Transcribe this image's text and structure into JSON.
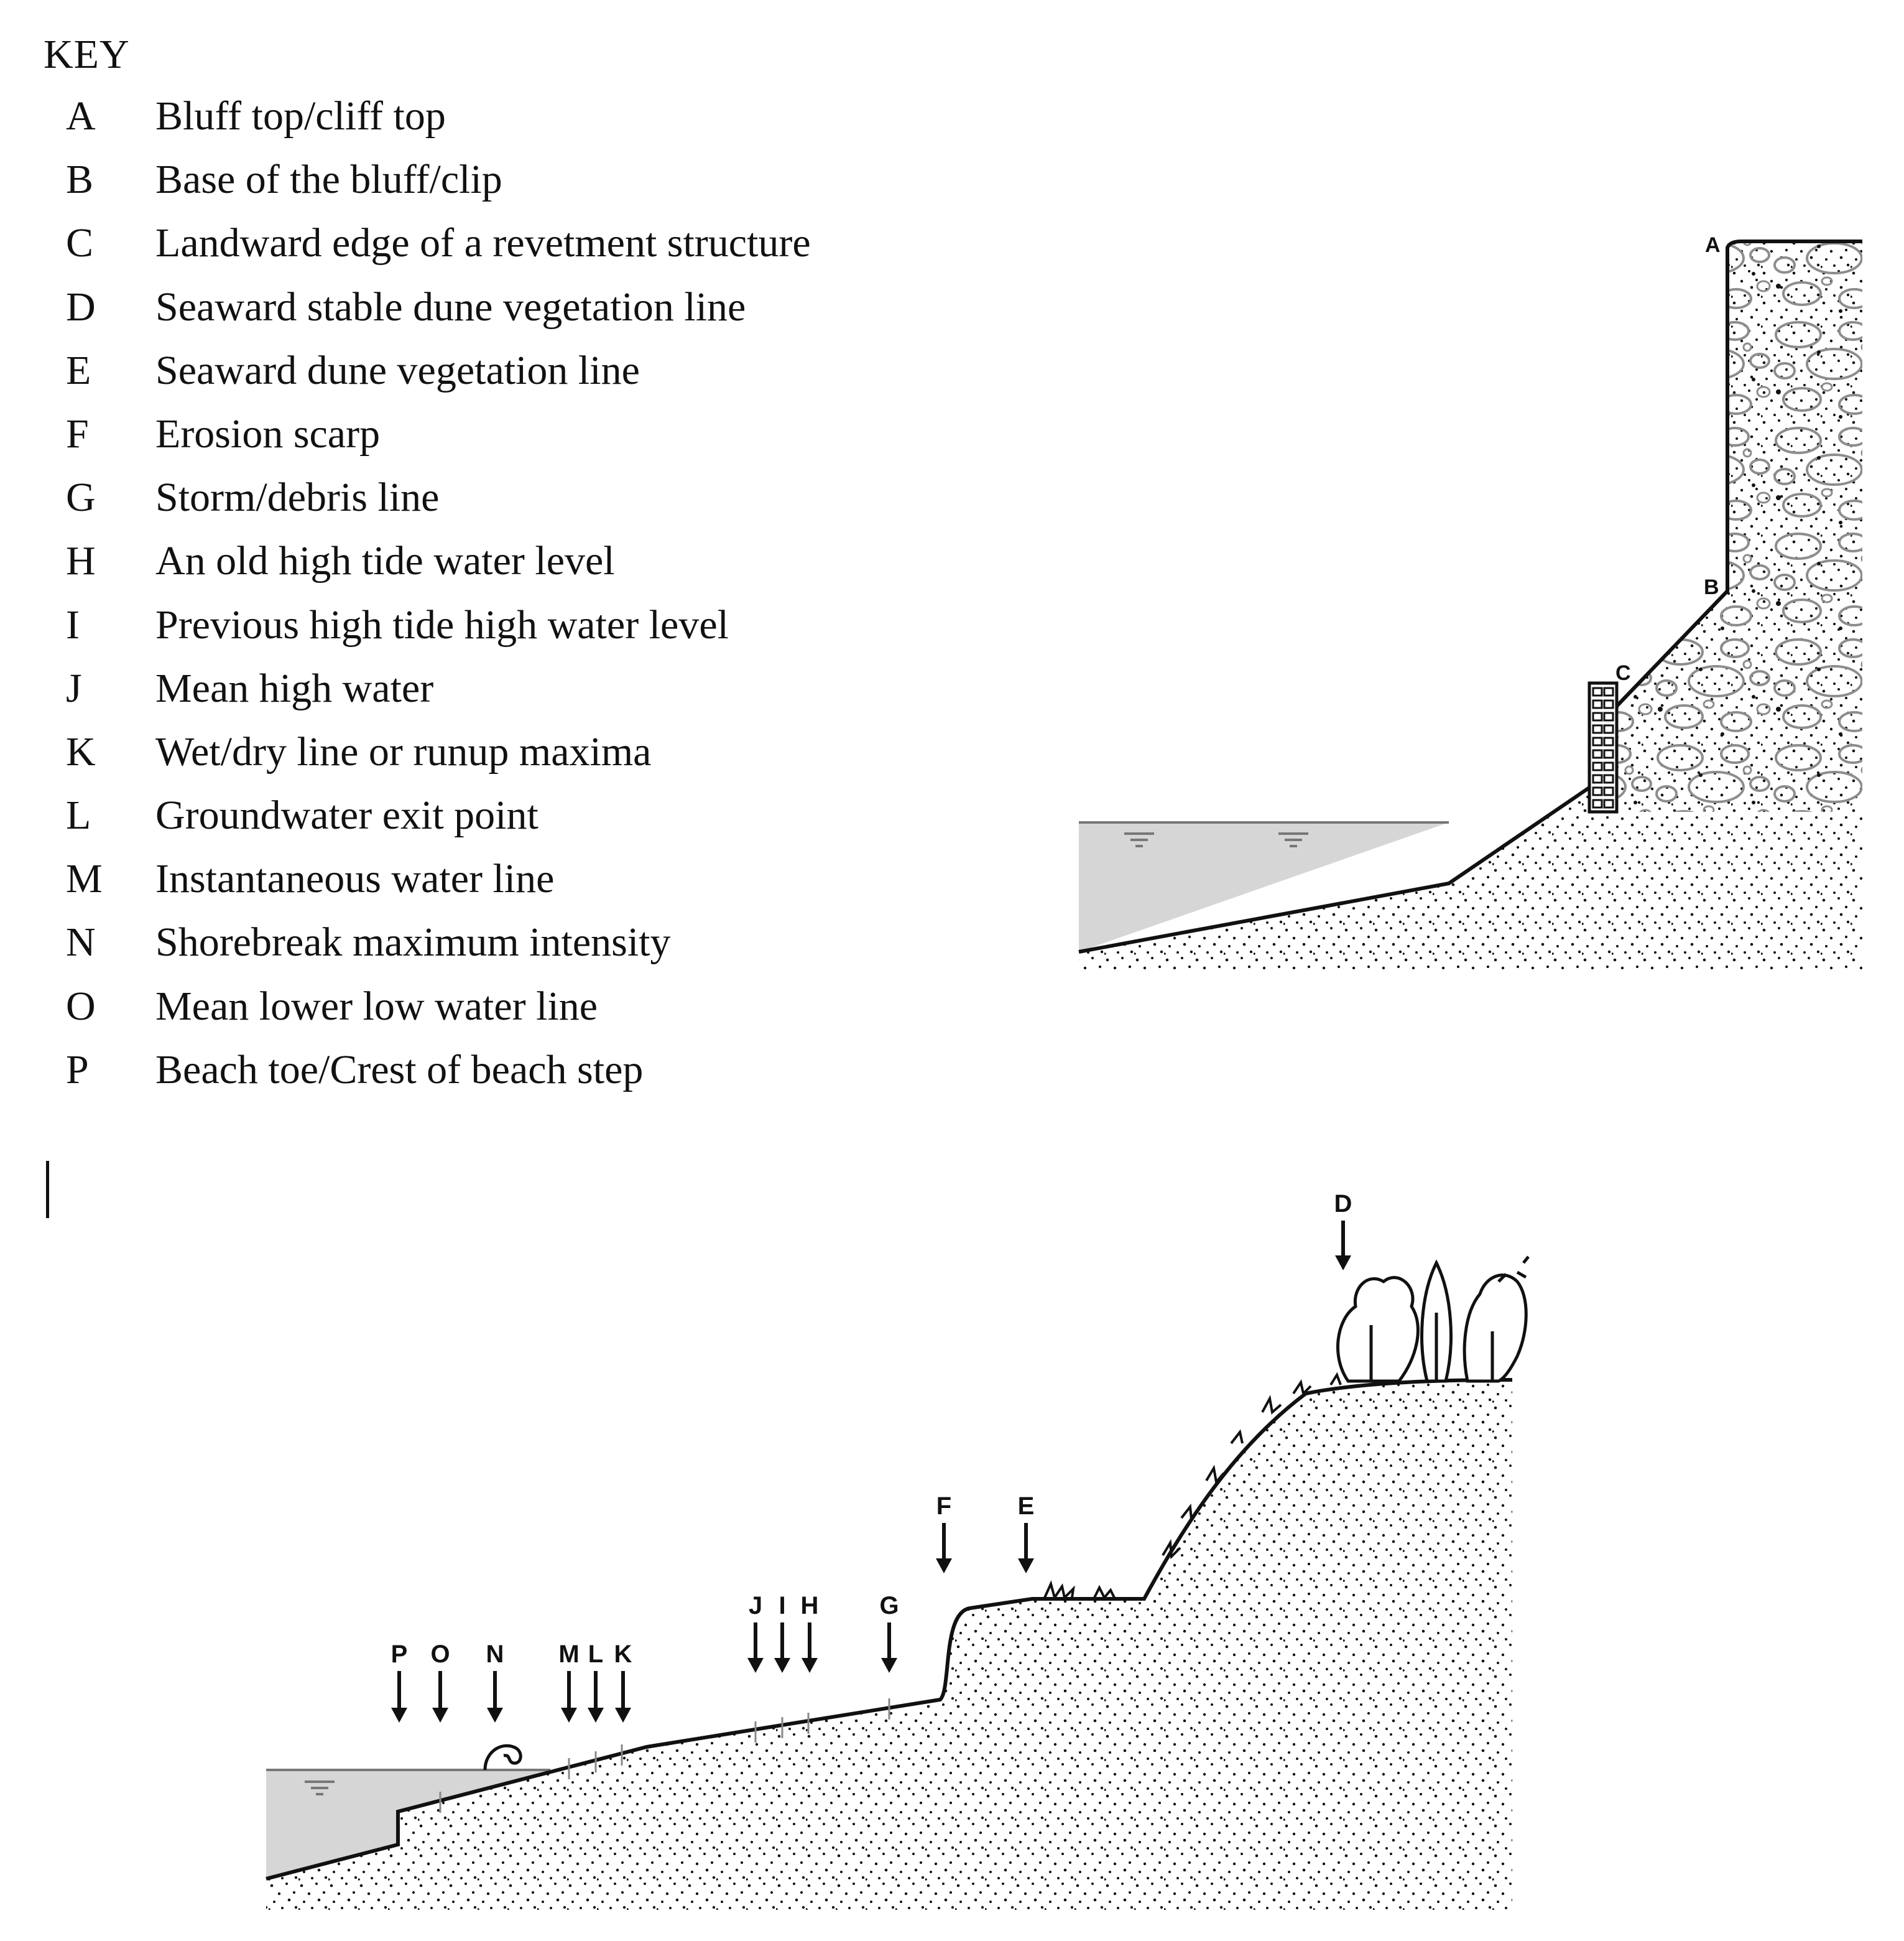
{
  "key": {
    "title": "KEY",
    "items": [
      {
        "letter": "A",
        "text": "Bluff top/cliff top"
      },
      {
        "letter": "B",
        "text": "Base of the bluff/clip"
      },
      {
        "letter": "C",
        "text": "Landward edge of a revetment structure"
      },
      {
        "letter": "D",
        "text": "Seaward stable dune vegetation line"
      },
      {
        "letter": "E",
        "text": "Seaward dune vegetation line"
      },
      {
        "letter": "F",
        "text": "Erosion scarp"
      },
      {
        "letter": "G",
        "text": "Storm/debris line"
      },
      {
        "letter": "H",
        "text": "An old high tide water level"
      },
      {
        "letter": "I",
        "text": "Previous high tide high water level"
      },
      {
        "letter": "J",
        "text": "Mean high water"
      },
      {
        "letter": "K",
        "text": "Wet/dry line or runup maxima"
      },
      {
        "letter": "L",
        "text": "Groundwater exit point"
      },
      {
        "letter": "M",
        "text": "Instantaneous water line"
      },
      {
        "letter": "N",
        "text": "Shorebreak maximum intensity"
      },
      {
        "letter": "O",
        "text": "Mean lower low water line"
      },
      {
        "letter": "P",
        "text": "Beach toe/Crest of beach step"
      }
    ]
  },
  "cliff_diagram": {
    "labels": {
      "A": "A",
      "B": "B",
      "C": "C"
    }
  },
  "beach_diagram": {
    "labels": {
      "D": "D",
      "E": "E",
      "F": "F",
      "G": "G",
      "H": "H",
      "I": "I",
      "J": "J",
      "K": "K",
      "L": "L",
      "M": "M",
      "N": "N",
      "O": "O",
      "P": "P"
    }
  },
  "colors": {
    "ink": "#111111",
    "water": "#d6d6d6",
    "cobble": "#999999"
  }
}
